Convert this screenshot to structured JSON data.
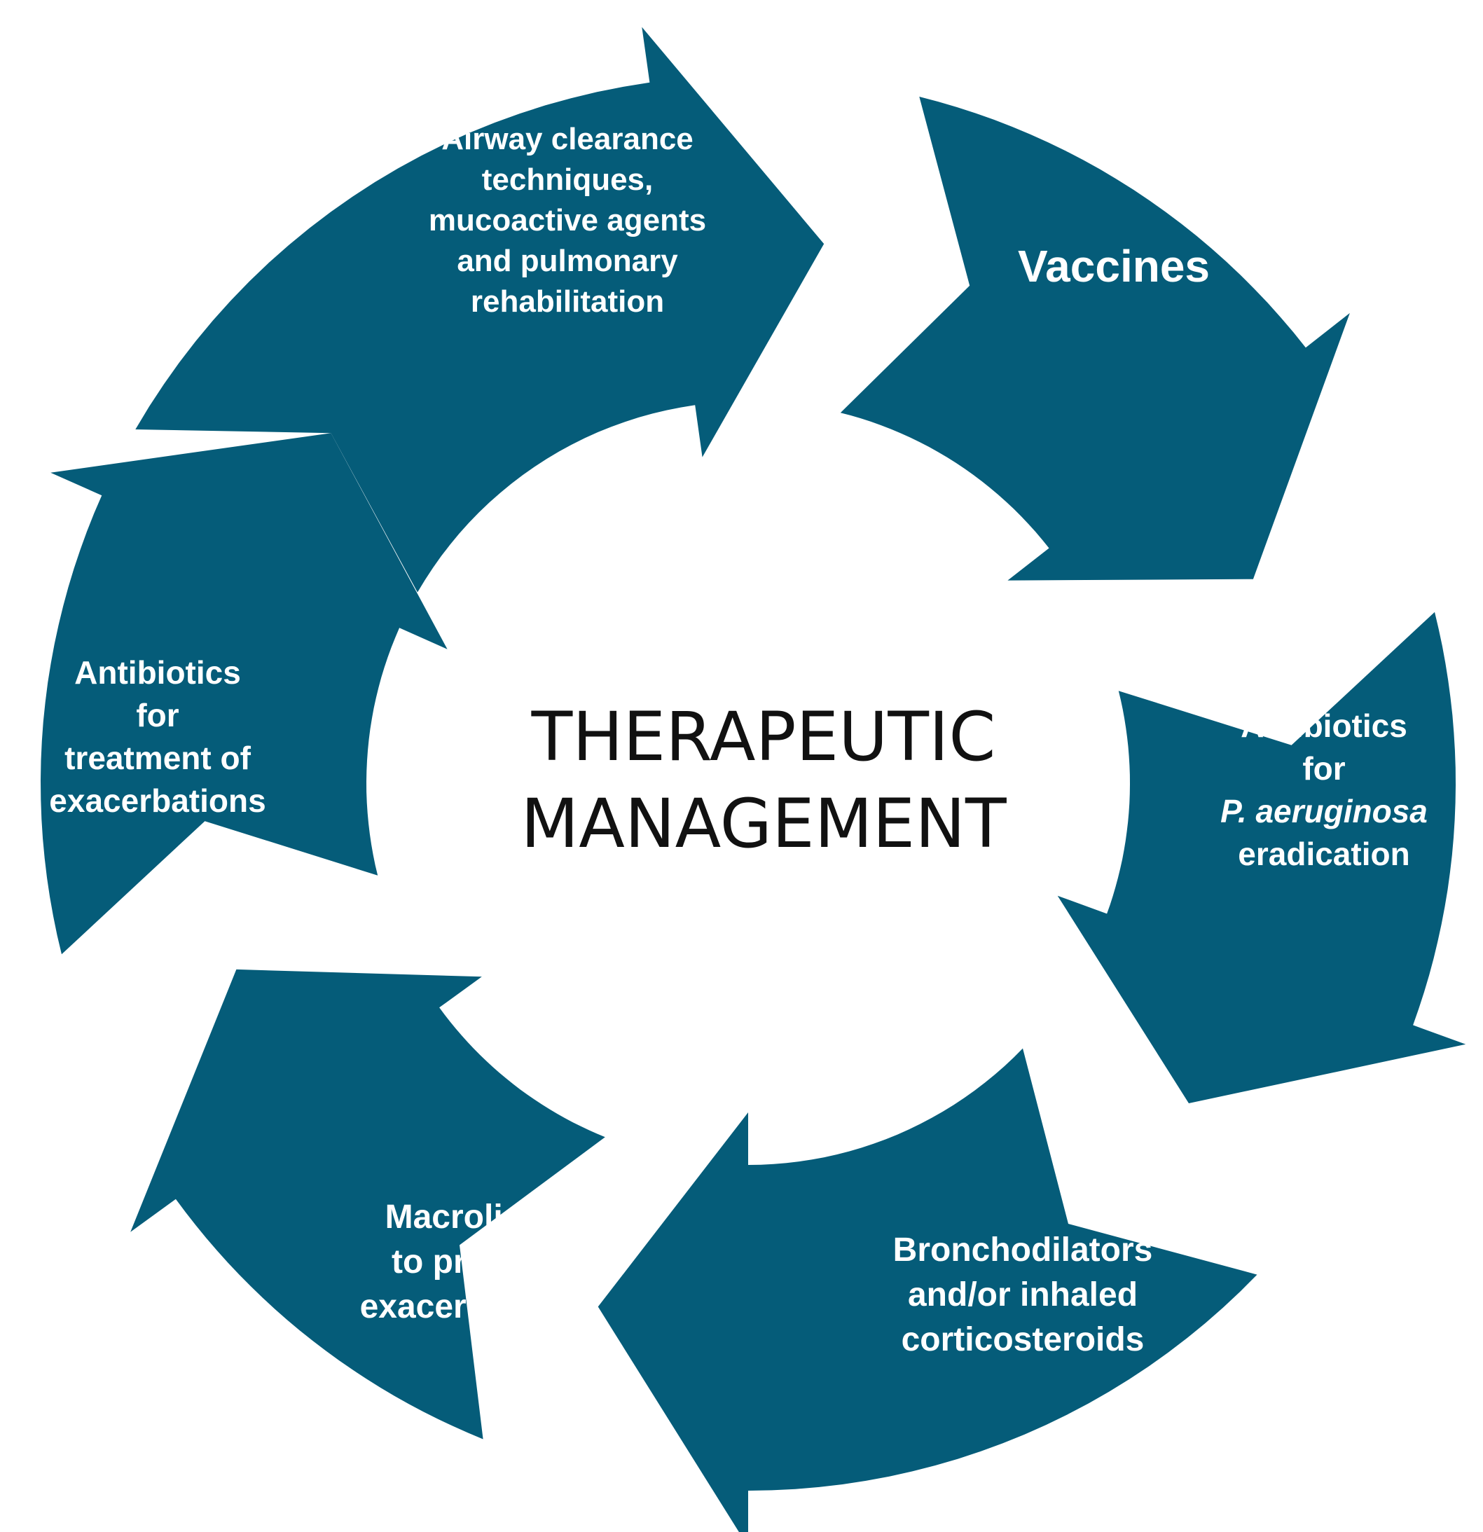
{
  "colors": {
    "arrow_fill": "#055C79",
    "arrow_text": "#FFFFFF",
    "title_text": "#111111",
    "background": "#FFFFFF"
  },
  "center": {
    "title_lines": [
      "THERAPEUTIC",
      "MANAGEMENT"
    ]
  },
  "steps": [
    {
      "id": "airway",
      "lines": [
        "Airway clearance",
        "techniques,",
        "mucoactive agents",
        "and pulmonary",
        "rehabilitation"
      ]
    },
    {
      "id": "vaccines",
      "lines": [
        "Vaccines"
      ]
    },
    {
      "id": "pa",
      "lines": [
        "Antibiotics",
        "for",
        "P. aeruginosa",
        "eradication"
      ]
    },
    {
      "id": "broncho",
      "lines": [
        "Bronchodilators",
        "and/or inhaled",
        "corticosteroids"
      ]
    },
    {
      "id": "macrolides",
      "lines": [
        "Macrolides",
        "to prevent",
        "exacerbations"
      ]
    },
    {
      "id": "exac",
      "lines": [
        "Antibiotics",
        "for",
        "treatment of",
        "exacerbations"
      ]
    }
  ]
}
